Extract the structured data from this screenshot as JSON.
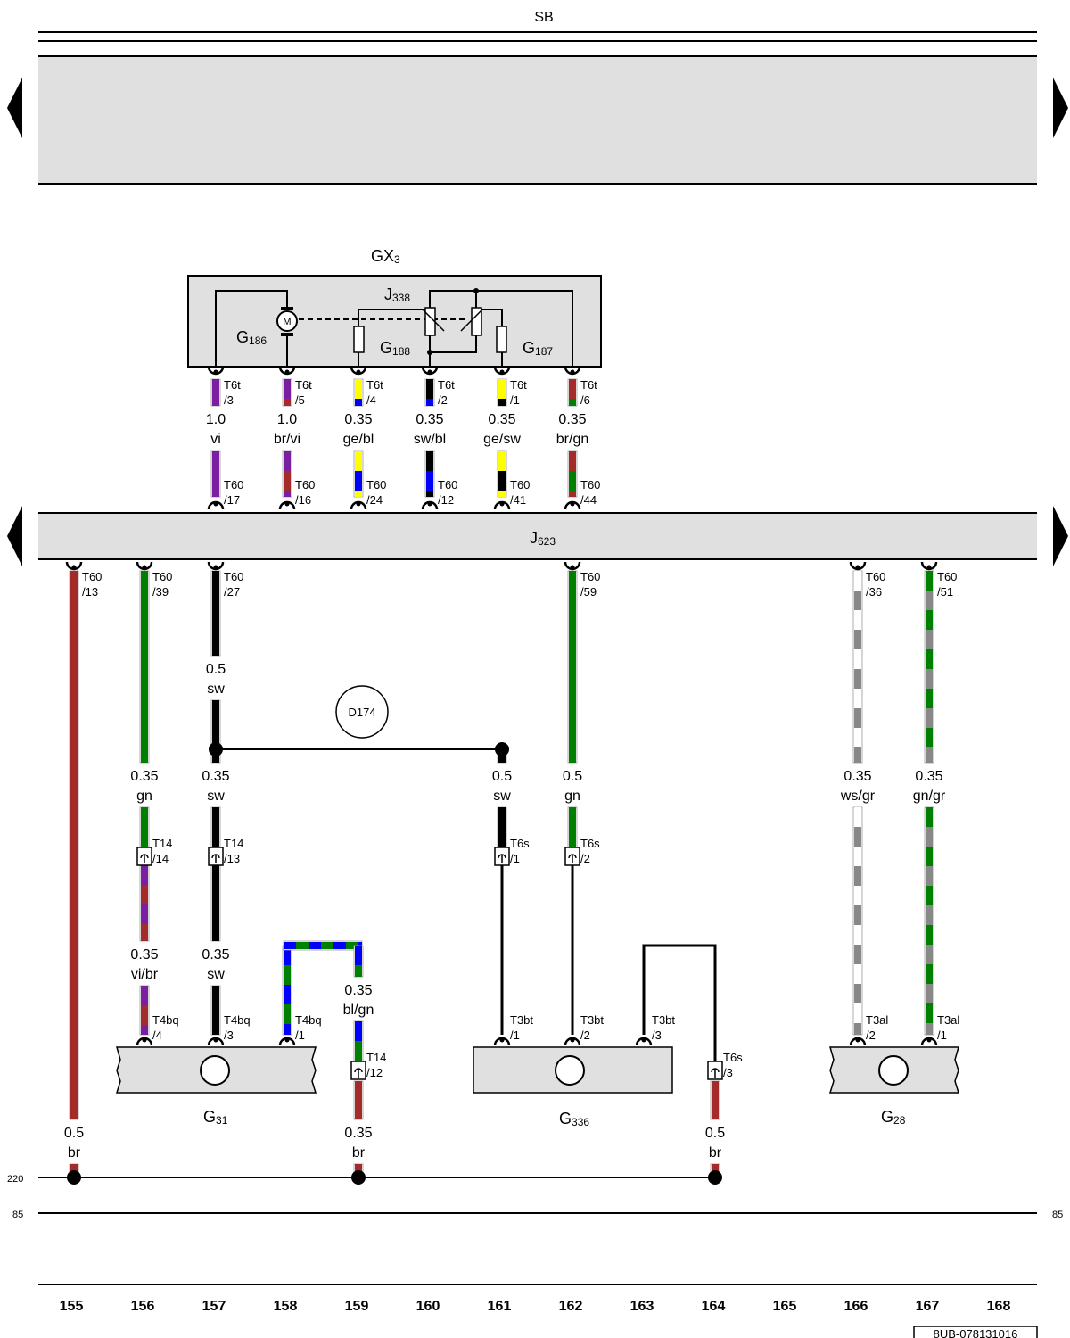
{
  "header": {
    "bus_label": "SB"
  },
  "modules": {
    "gx3": {
      "letter": "GX",
      "index": "3"
    },
    "j338": {
      "letter": "J",
      "index": "338"
    },
    "g186": {
      "letter": "G",
      "index": "186"
    },
    "g188": {
      "letter": "G",
      "index": "188"
    },
    "g187": {
      "letter": "G",
      "index": "187"
    },
    "j623": {
      "letter": "J",
      "index": "623"
    },
    "d174": "D174",
    "g31": {
      "letter": "G",
      "index": "31"
    },
    "g336": {
      "letter": "G",
      "index": "336"
    },
    "g28": {
      "letter": "G",
      "index": "28"
    },
    "motor_symbol": "M"
  },
  "upper_wires": [
    {
      "size": "1.0",
      "color": "vi",
      "conn_top": "T6t",
      "pin_top": "/3",
      "conn_bot": "T60",
      "pin_bot": "/17",
      "stripes": [
        "#7b1fa2"
      ]
    },
    {
      "size": "1.0",
      "color": "br/vi",
      "conn_top": "T6t",
      "pin_top": "/5",
      "conn_bot": "T60",
      "pin_bot": "/16",
      "stripes": [
        "#7b1fa2",
        "#a52a2a"
      ]
    },
    {
      "size": "0.35",
      "color": "ge/bl",
      "conn_top": "T6t",
      "pin_top": "/4",
      "conn_bot": "T60",
      "pin_bot": "/24",
      "stripes": [
        "#ffff00",
        "#0000ff"
      ]
    },
    {
      "size": "0.35",
      "color": "sw/bl",
      "conn_top": "T6t",
      "pin_top": "/2",
      "conn_bot": "T60",
      "pin_bot": "/12",
      "stripes": [
        "#000000",
        "#0000ff"
      ]
    },
    {
      "size": "0.35",
      "color": "ge/sw",
      "conn_top": "T6t",
      "pin_top": "/1",
      "conn_bot": "T60",
      "pin_bot": "/41",
      "stripes": [
        "#ffff00",
        "#000000"
      ]
    },
    {
      "size": "0.35",
      "color": "br/gn",
      "conn_top": "T6t",
      "pin_top": "/6",
      "conn_bot": "T60",
      "pin_bot": "/44",
      "stripes": [
        "#a52a2a",
        "#008000"
      ]
    }
  ],
  "lower": {
    "w155": {
      "conn": "T60",
      "pin": "/13",
      "size": "0.5",
      "color": "br"
    },
    "w156": {
      "conn": "T60",
      "pin": "/39",
      "size1": "0.35",
      "color1": "gn",
      "mid_conn": "T14",
      "mid_pin": "/14",
      "size2": "0.35",
      "color2": "vi/br",
      "end_conn": "T4bq",
      "end_pin": "/4"
    },
    "w157": {
      "conn": "T60",
      "pin": "/27",
      "size0": "0.5",
      "color0": "sw",
      "size1": "0.35",
      "color1": "sw",
      "mid_conn": "T14",
      "mid_pin": "/13",
      "size2": "0.35",
      "color2": "sw",
      "end_conn": "T4bq",
      "end_pin": "/3"
    },
    "w158": {
      "end_conn": "T4bq",
      "end_pin": "/1",
      "size": "0.35",
      "color": "bl/gn",
      "mid_conn": "T14",
      "mid_pin": "/12",
      "size2": "0.35",
      "color2": "br"
    },
    "w161": {
      "size": "0.5",
      "color": "sw",
      "mid_conn": "T6s",
      "mid_pin": "/1",
      "end_conn": "T3bt",
      "end_pin": "/1"
    },
    "w162": {
      "conn": "T60",
      "pin": "/59",
      "size": "0.5",
      "color": "gn",
      "mid_conn": "T6s",
      "mid_pin": "/2",
      "end_conn": "T3bt",
      "end_pin": "/2"
    },
    "w163": {
      "end_conn": "T3bt",
      "end_pin": "/3",
      "mid_conn": "T6s",
      "mid_pin": "/3",
      "size": "0.5",
      "color": "br"
    },
    "w166": {
      "conn": "T60",
      "pin": "/36",
      "size": "0.35",
      "color": "ws/gr",
      "end_conn": "T3al",
      "end_pin": "/2"
    },
    "w167": {
      "conn": "T60",
      "pin": "/51",
      "size": "0.35",
      "color": "gn/gr",
      "end_conn": "T3al",
      "end_pin": "/1"
    }
  },
  "ground": {
    "left_ref": "220",
    "line_ref_left": "85",
    "line_ref_right": "85"
  },
  "columns": [
    "155",
    "156",
    "157",
    "158",
    "159",
    "160",
    "161",
    "162",
    "163",
    "164",
    "165",
    "166",
    "167",
    "168"
  ],
  "doc_id": "8UB-078131016",
  "colors": {
    "module_fill": "#e0e0e0",
    "vi": "#7b1fa2",
    "br": "#a52a2a",
    "gn": "#008000",
    "bl": "#0000ff",
    "ge": "#ffff00",
    "sw": "#000000",
    "gr": "#888888",
    "ws": "#ffffff"
  }
}
